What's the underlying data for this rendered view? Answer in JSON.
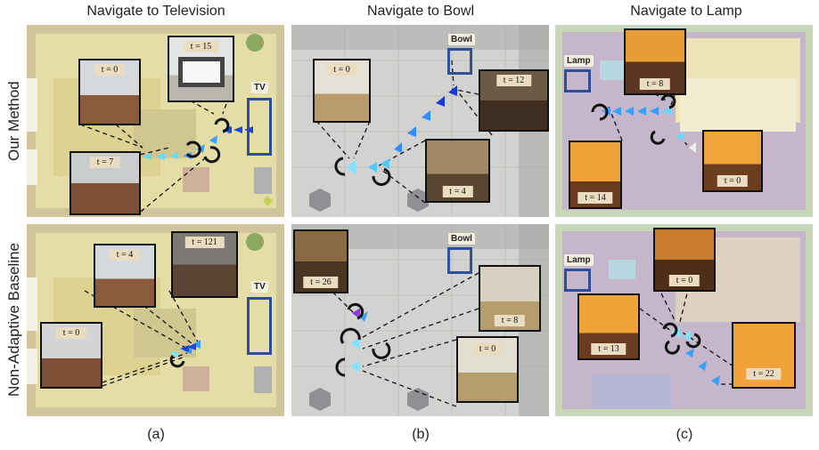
{
  "columns": [
    {
      "title": "Navigate to Television",
      "caption": "(a)"
    },
    {
      "title": "Navigate to Bowl",
      "caption": "(b)"
    },
    {
      "title": "Navigate to Lamp",
      "caption": "(c)"
    }
  ],
  "rows": [
    {
      "label": "Our Method"
    },
    {
      "label": "Non-Adaptive Baseline"
    }
  ],
  "objects": {
    "tv": "TV",
    "bowl": "Bowl",
    "lamp": "Lamp"
  },
  "insets": {
    "a_top": [
      "t = 0",
      "t = 15",
      "t = 7"
    ],
    "b_top": [
      "t = 0",
      "t = 12",
      "t = 4"
    ],
    "c_top": [
      "t = 8",
      "t = 14",
      "t = 0"
    ],
    "a_bot": [
      "t = 4",
      "t = 121",
      "t = 0"
    ],
    "b_bot": [
      "t = 26",
      "t = 8",
      "t = 0"
    ],
    "c_bot": [
      "t = 0",
      "t = 13",
      "t = 22"
    ]
  },
  "colors": {
    "arrow": "#3aa0ff",
    "arrow_dark": "#1c46d8",
    "target_box": "#2d4f9a"
  }
}
